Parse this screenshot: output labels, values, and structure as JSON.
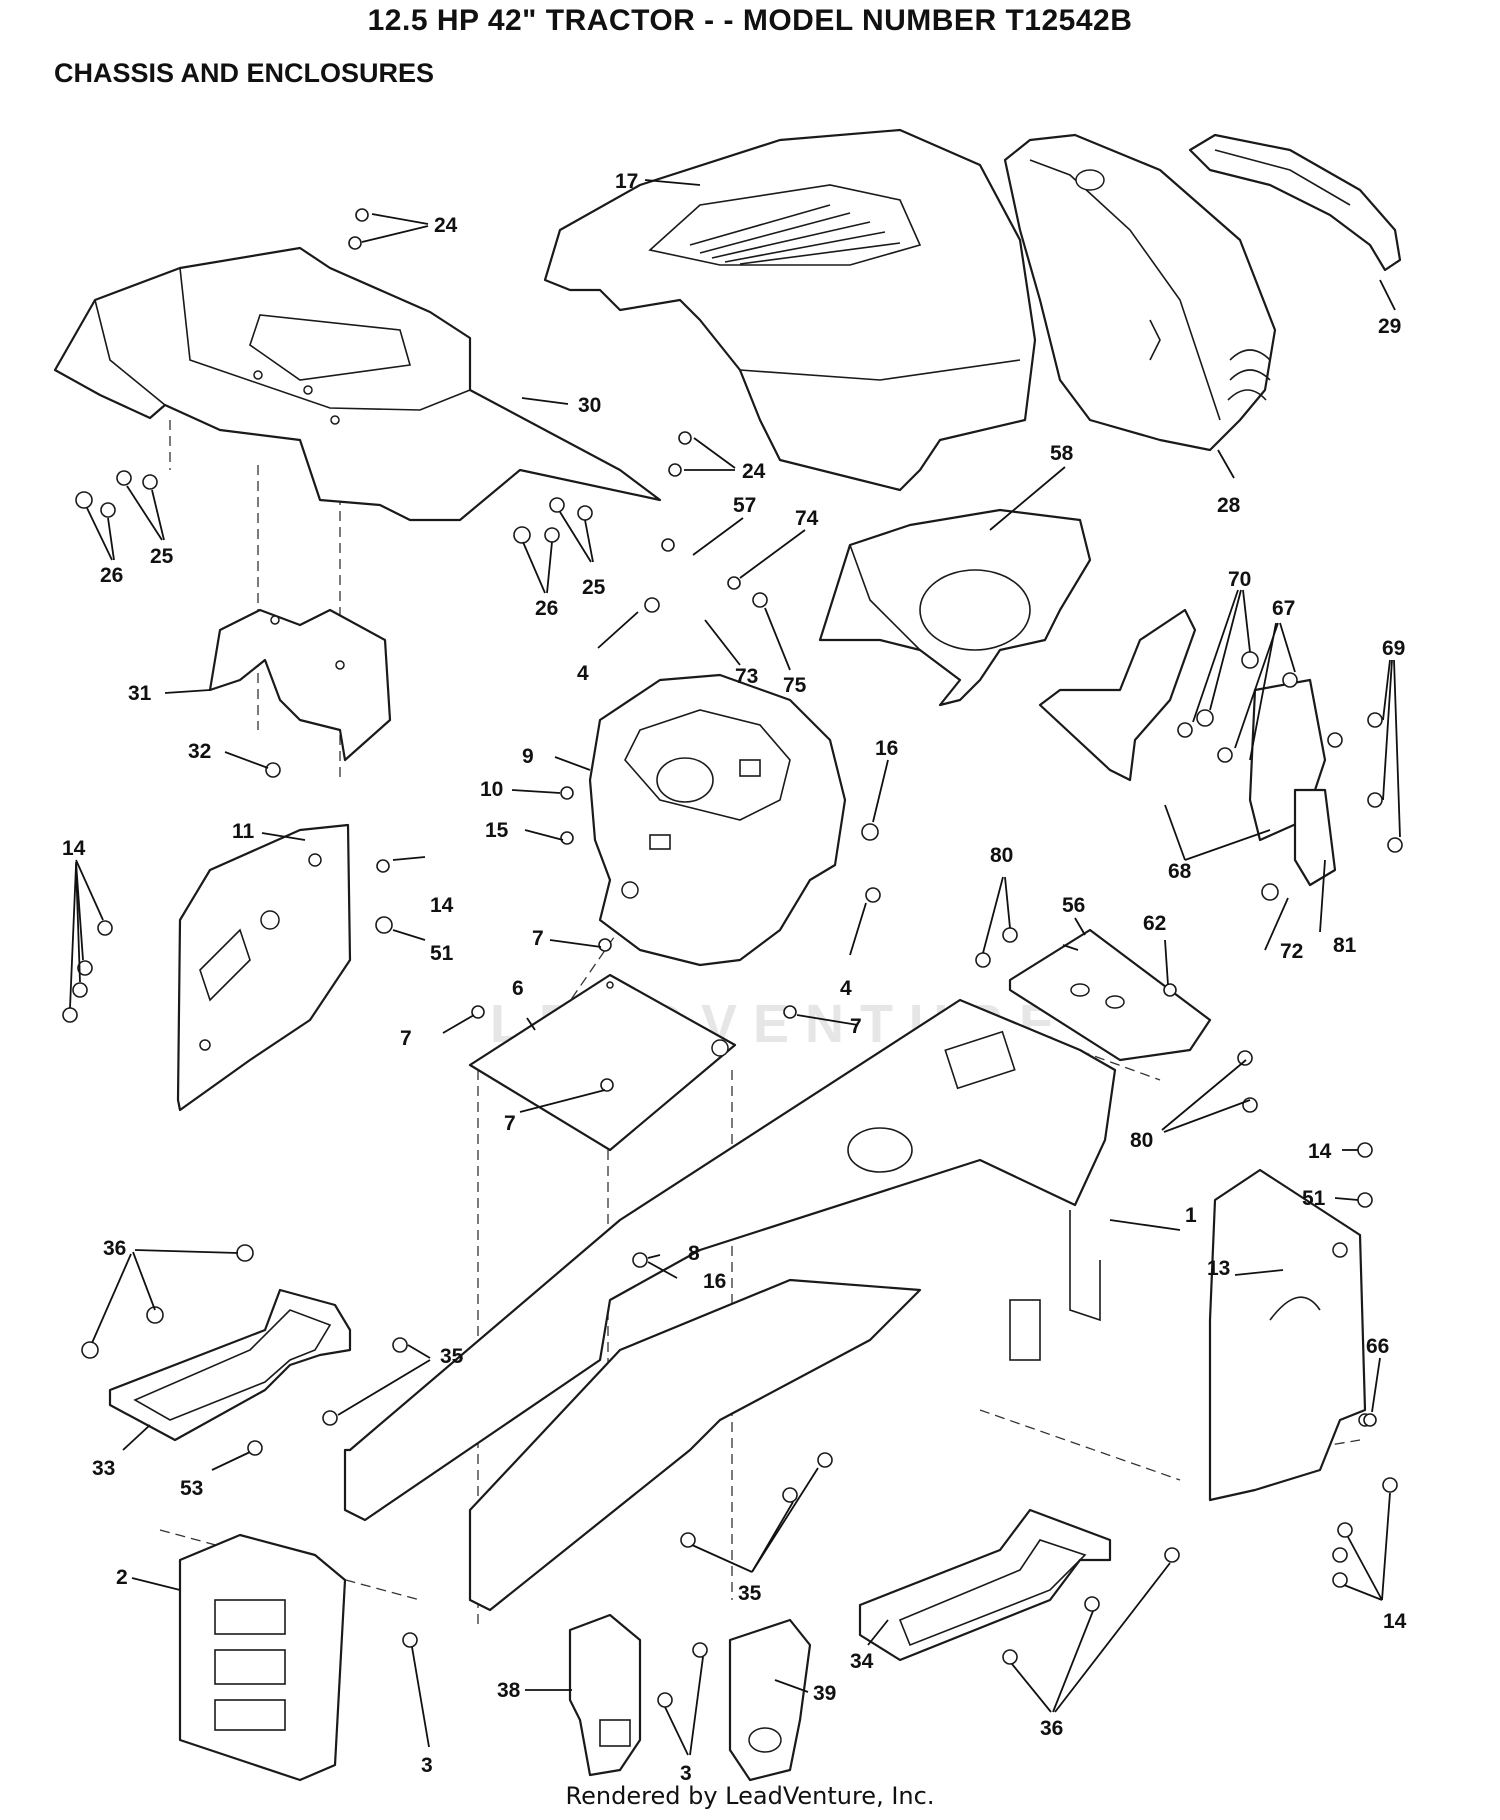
{
  "title": "12.5 HP 42\" TRACTOR - - MODEL NUMBER T12542B",
  "subtitle": "CHASSIS AND ENCLOSURES",
  "watermark": "LEADVENTURE",
  "footer": "Rendered by LeadVenture, Inc.",
  "callouts": [
    {
      "id": "c24a",
      "text": "24"
    },
    {
      "id": "c17",
      "text": "17"
    },
    {
      "id": "c29",
      "text": "29"
    },
    {
      "id": "c30",
      "text": "30"
    },
    {
      "id": "c24b",
      "text": "24"
    },
    {
      "id": "c58",
      "text": "58"
    },
    {
      "id": "c28",
      "text": "28"
    },
    {
      "id": "c26a",
      "text": "26"
    },
    {
      "id": "c25a",
      "text": "25"
    },
    {
      "id": "c26b",
      "text": "26"
    },
    {
      "id": "c25b",
      "text": "25"
    },
    {
      "id": "c57",
      "text": "57"
    },
    {
      "id": "c74",
      "text": "74"
    },
    {
      "id": "c4a",
      "text": "4"
    },
    {
      "id": "c73",
      "text": "73"
    },
    {
      "id": "c75",
      "text": "75"
    },
    {
      "id": "c70",
      "text": "70"
    },
    {
      "id": "c67",
      "text": "67"
    },
    {
      "id": "c69",
      "text": "69"
    },
    {
      "id": "c31",
      "text": "31"
    },
    {
      "id": "c32",
      "text": "32"
    },
    {
      "id": "c9",
      "text": "9"
    },
    {
      "id": "c10",
      "text": "10"
    },
    {
      "id": "c16a",
      "text": "16"
    },
    {
      "id": "c15",
      "text": "15"
    },
    {
      "id": "c11",
      "text": "11"
    },
    {
      "id": "c14a",
      "text": "14"
    },
    {
      "id": "c14b",
      "text": "14"
    },
    {
      "id": "c51a",
      "text": "51"
    },
    {
      "id": "c68",
      "text": "68"
    },
    {
      "id": "c80a",
      "text": "80"
    },
    {
      "id": "c56",
      "text": "56"
    },
    {
      "id": "c62",
      "text": "62"
    },
    {
      "id": "c72",
      "text": "72"
    },
    {
      "id": "c81",
      "text": "81"
    },
    {
      "id": "c7a",
      "text": "7"
    },
    {
      "id": "c4b",
      "text": "4"
    },
    {
      "id": "c6",
      "text": "6"
    },
    {
      "id": "c7b",
      "text": "7"
    },
    {
      "id": "c7c",
      "text": "7"
    },
    {
      "id": "c7d",
      "text": "7"
    },
    {
      "id": "c80b",
      "text": "80"
    },
    {
      "id": "c14c",
      "text": "14"
    },
    {
      "id": "c51b",
      "text": "51"
    },
    {
      "id": "c1",
      "text": "1"
    },
    {
      "id": "c36a",
      "text": "36"
    },
    {
      "id": "c8",
      "text": "8"
    },
    {
      "id": "c16b",
      "text": "16"
    },
    {
      "id": "c13",
      "text": "13"
    },
    {
      "id": "c35a",
      "text": "35"
    },
    {
      "id": "c66",
      "text": "66"
    },
    {
      "id": "c33",
      "text": "33"
    },
    {
      "id": "c53",
      "text": "53"
    },
    {
      "id": "c35b",
      "text": "35"
    },
    {
      "id": "c2",
      "text": "2"
    },
    {
      "id": "c34",
      "text": "34"
    },
    {
      "id": "c14d",
      "text": "14"
    },
    {
      "id": "c38",
      "text": "38"
    },
    {
      "id": "c39",
      "text": "39"
    },
    {
      "id": "c3a",
      "text": "3"
    },
    {
      "id": "c3b",
      "text": "3"
    },
    {
      "id": "c36b",
      "text": "36"
    }
  ]
}
